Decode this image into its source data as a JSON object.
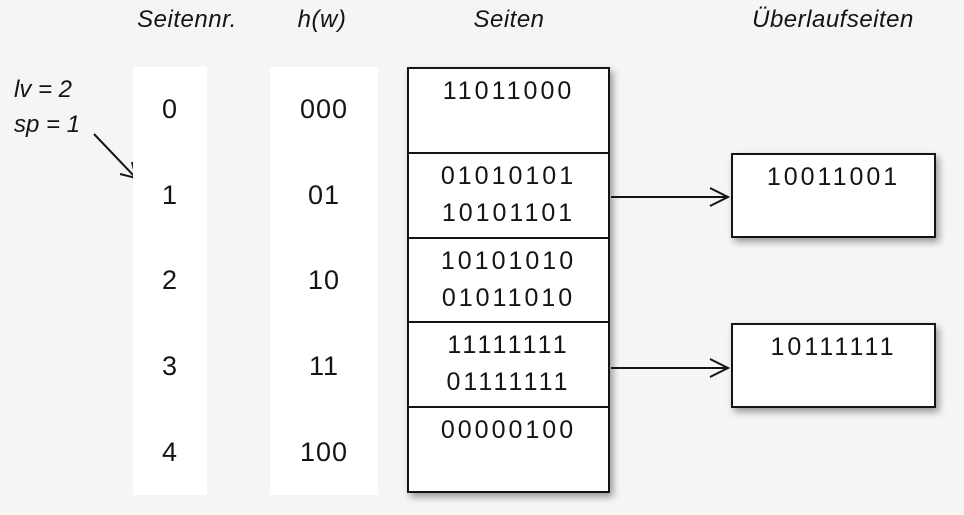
{
  "page": {
    "colors": {
      "background": "#f5f5f3",
      "ink": "#141414"
    }
  },
  "headers": {
    "seitennr": "Seitennr.",
    "hw": "h(w)",
    "seiten": "Seiten",
    "ueberlaufseiten": "Überlaufseiten"
  },
  "annotation": {
    "line1": "lv = 2",
    "line2": "sp = 1"
  },
  "diagram": {
    "rows": [
      {
        "nr": "0",
        "hash": "000",
        "entries": [
          "11011000",
          ""
        ]
      },
      {
        "nr": "1",
        "hash": "01",
        "entries": [
          "01010101",
          "10101101"
        ],
        "overflow": "10011001"
      },
      {
        "nr": "2",
        "hash": "10",
        "entries": [
          "10101010",
          "01011010"
        ]
      },
      {
        "nr": "3",
        "hash": "11",
        "entries": [
          "11111111",
          "01111111"
        ],
        "overflow": "10111111"
      },
      {
        "nr": "4",
        "hash": "100",
        "entries": [
          "00000100",
          ""
        ]
      }
    ]
  }
}
